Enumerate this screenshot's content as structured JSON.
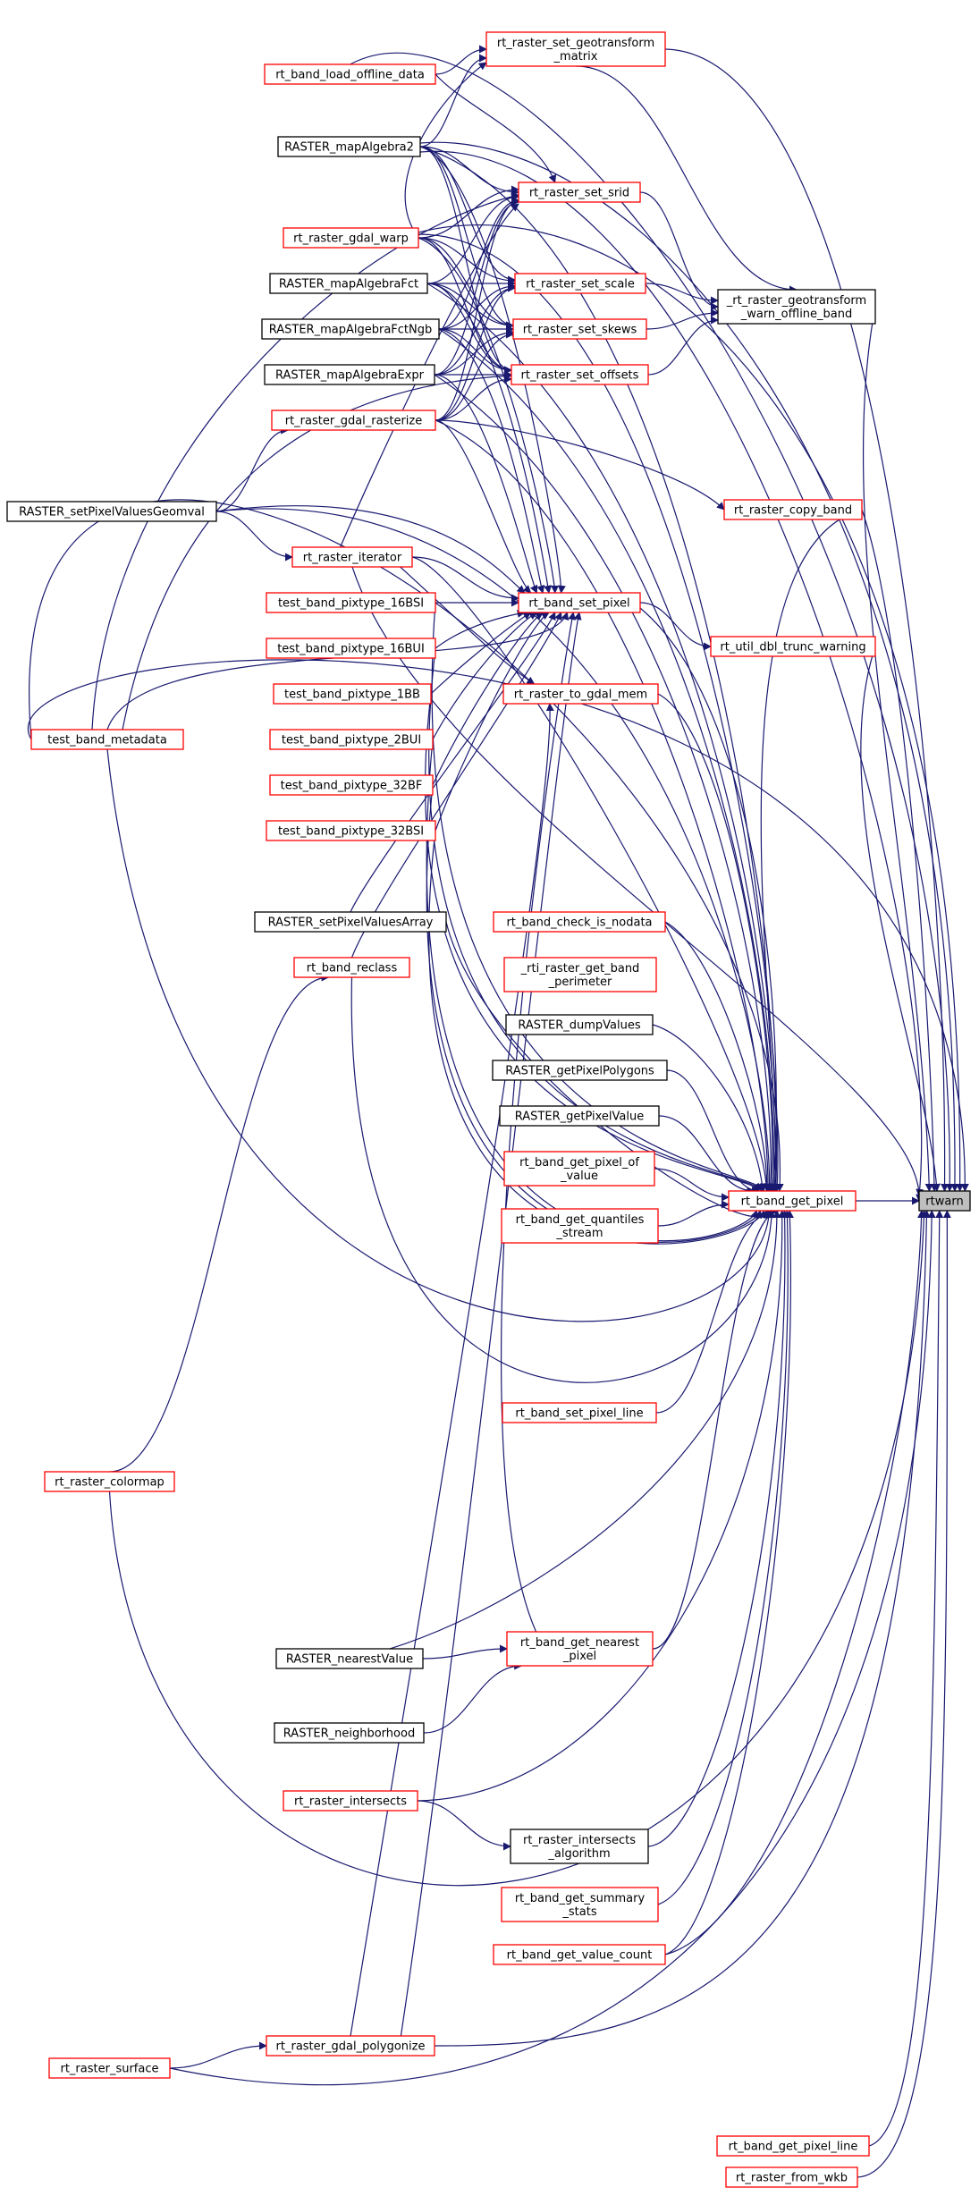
{
  "colors": {
    "edge": "#191970",
    "caller_border": "#ff0000",
    "plain_border": "#000000",
    "focus_fill": "#bfbfbf"
  },
  "nodes": {
    "rtwarn": [
      "rtwarn"
    ],
    "rt_band_get_pixel": [
      "rt_band_get_pixel"
    ],
    "geotransform_warn": [
      "_rt_raster_geotransform",
      "_warn_offline_band"
    ],
    "rt_raster_copy_band": [
      "rt_raster_copy_band"
    ],
    "rt_util_dbl_trunc_warning": [
      "rt_util_dbl_trunc_warning"
    ],
    "rt_band_get_pixel_line": [
      "rt_band_get_pixel_line"
    ],
    "rt_raster_from_wkb": [
      "rt_raster_from_wkb"
    ],
    "rt_raster_set_geotransform_matrix": [
      "rt_raster_set_geotransform",
      "_matrix"
    ],
    "rt_band_load_offline_data": [
      "rt_band_load_offline_data"
    ],
    "RASTER_mapAlgebra2": [
      "RASTER_mapAlgebra2"
    ],
    "rt_raster_set_srid": [
      "rt_raster_set_srid"
    ],
    "rt_raster_gdal_warp": [
      "rt_raster_gdal_warp"
    ],
    "RASTER_mapAlgebraFct": [
      "RASTER_mapAlgebraFct"
    ],
    "rt_raster_set_scale": [
      "rt_raster_set_scale"
    ],
    "RASTER_mapAlgebraFctNgb": [
      "RASTER_mapAlgebraFctNgb"
    ],
    "rt_raster_set_skews": [
      "rt_raster_set_skews"
    ],
    "RASTER_mapAlgebraExpr": [
      "RASTER_mapAlgebraExpr"
    ],
    "rt_raster_set_offsets": [
      "rt_raster_set_offsets"
    ],
    "rt_raster_gdal_rasterize": [
      "rt_raster_gdal_rasterize"
    ],
    "RASTER_setPixelValuesGeomval": [
      "RASTER_setPixelValuesGeomval"
    ],
    "rt_raster_iterator": [
      "rt_raster_iterator"
    ],
    "rt_band_set_pixel": [
      "rt_band_set_pixel"
    ],
    "test_band_pixtype_16BSI": [
      "test_band_pixtype_16BSI"
    ],
    "test_band_pixtype_16BUI": [
      "test_band_pixtype_16BUI"
    ],
    "test_band_pixtype_1BB": [
      "test_band_pixtype_1BB"
    ],
    "test_band_pixtype_2BUI": [
      "test_band_pixtype_2BUI"
    ],
    "test_band_pixtype_32BF": [
      "test_band_pixtype_32BF"
    ],
    "test_band_pixtype_32BSI": [
      "test_band_pixtype_32BSI"
    ],
    "test_band_metadata": [
      "test_band_metadata"
    ],
    "rt_raster_to_gdal_mem": [
      "rt_raster_to_gdal_mem"
    ],
    "RASTER_setPixelValuesArray": [
      "RASTER_setPixelValuesArray"
    ],
    "rt_band_check_is_nodata": [
      "rt_band_check_is_nodata"
    ],
    "rt_band_reclass": [
      "rt_band_reclass"
    ],
    "rti_raster_get_band_perimeter": [
      "_rti_raster_get_band",
      "_perimeter"
    ],
    "RASTER_dumpValues": [
      "RASTER_dumpValues"
    ],
    "RASTER_getPixelPolygons": [
      "RASTER_getPixelPolygons"
    ],
    "RASTER_getPixelValue": [
      "RASTER_getPixelValue"
    ],
    "rt_band_get_pixel_of_value": [
      "rt_band_get_pixel_of",
      "_value"
    ],
    "rt_band_get_quantiles_stream": [
      "rt_band_get_quantiles",
      "_stream"
    ],
    "rt_band_set_pixel_line": [
      "rt_band_set_pixel_line"
    ],
    "rt_raster_colormap": [
      "rt_raster_colormap"
    ],
    "rt_band_get_nearest_pixel": [
      "rt_band_get_nearest",
      "_pixel"
    ],
    "RASTER_nearestValue": [
      "RASTER_nearestValue"
    ],
    "RASTER_neighborhood": [
      "RASTER_neighborhood"
    ],
    "rt_raster_intersects": [
      "rt_raster_intersects"
    ],
    "rt_raster_intersects_algorithm": [
      "rt_raster_intersects",
      "_algorithm"
    ],
    "rt_band_get_summary_stats": [
      "rt_band_get_summary",
      "_stats"
    ],
    "rt_band_get_value_count": [
      "rt_band_get_value_count"
    ],
    "rt_raster_gdal_polygonize": [
      "rt_raster_gdal_polygonize"
    ],
    "rt_raster_surface": [
      "rt_raster_surface"
    ]
  }
}
